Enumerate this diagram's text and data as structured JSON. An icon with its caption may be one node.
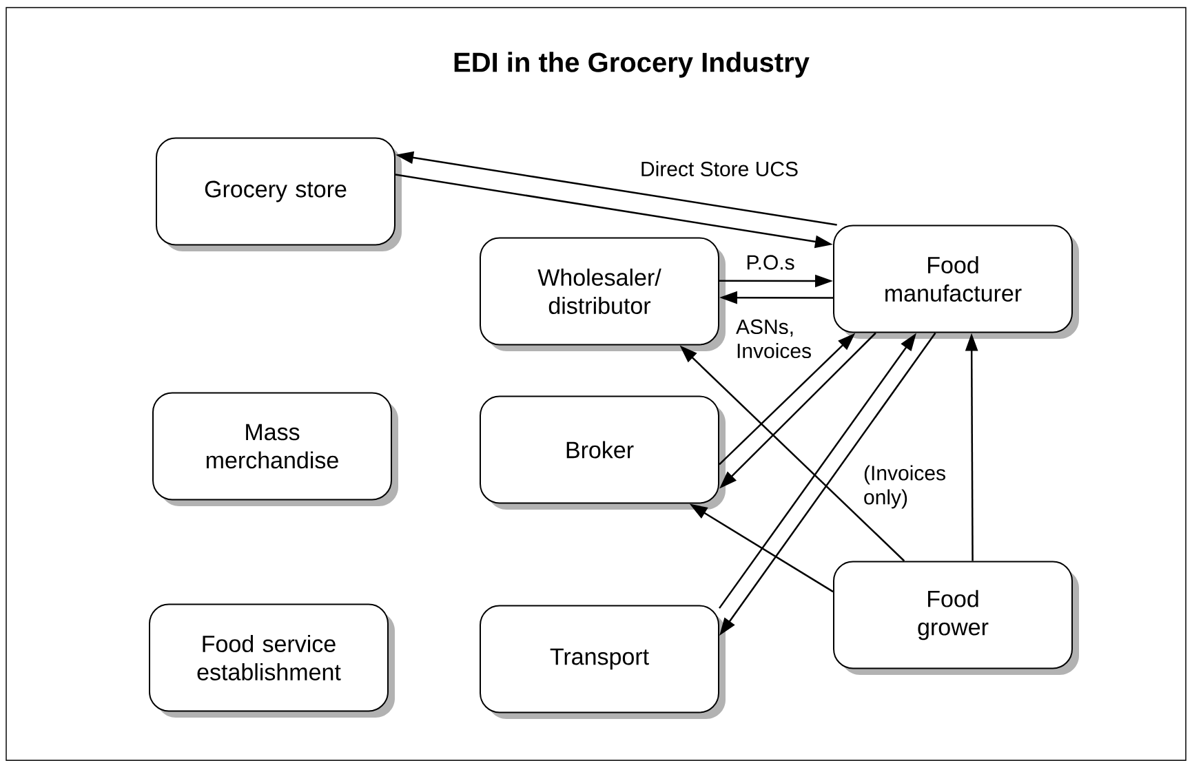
{
  "diagram": {
    "title": "EDI in the Grocery Industry",
    "nodes": [
      {
        "text": [
          "Grocery store"
        ]
      },
      {
        "text": [
          "Wholesaler/ distributor"
        ]
      },
      {
        "text": [
          "Food manufacturer"
        ]
      },
      {
        "text": [
          "Mass merchandise"
        ]
      },
      {
        "text": [
          "Broker"
        ]
      },
      {
        "text": [
          "Food service establishment"
        ]
      },
      {
        "text": [
          "Transport"
        ]
      },
      {
        "text": [
          "Food grower"
        ]
      }
    ],
    "edges": [
      {
        "from": 2,
        "to": 0,
        "arrow": "to",
        "label": "Direct Store UCS"
      },
      {
        "from": 0,
        "to": 2,
        "arrow": "to"
      },
      {
        "from": 1,
        "to": 2,
        "arrow": "to",
        "label": "P.O.s"
      },
      {
        "from": 2,
        "to": 1,
        "arrow": "to",
        "label": "ASNs, Invoices"
      },
      {
        "from": 4,
        "to": 2,
        "arrow": "to"
      },
      {
        "from": 2,
        "to": 4,
        "arrow": "to"
      },
      {
        "from": 6,
        "to": 2,
        "arrow": "to"
      },
      {
        "from": 2,
        "to": 6,
        "arrow": "to"
      },
      {
        "from": 7,
        "to": 1,
        "arrow": "to"
      },
      {
        "from": 7,
        "to": 4,
        "arrow": "to"
      },
      {
        "from": 7,
        "to": 2,
        "arrow": "to",
        "label": "(Invoices only)"
      }
    ]
  }
}
